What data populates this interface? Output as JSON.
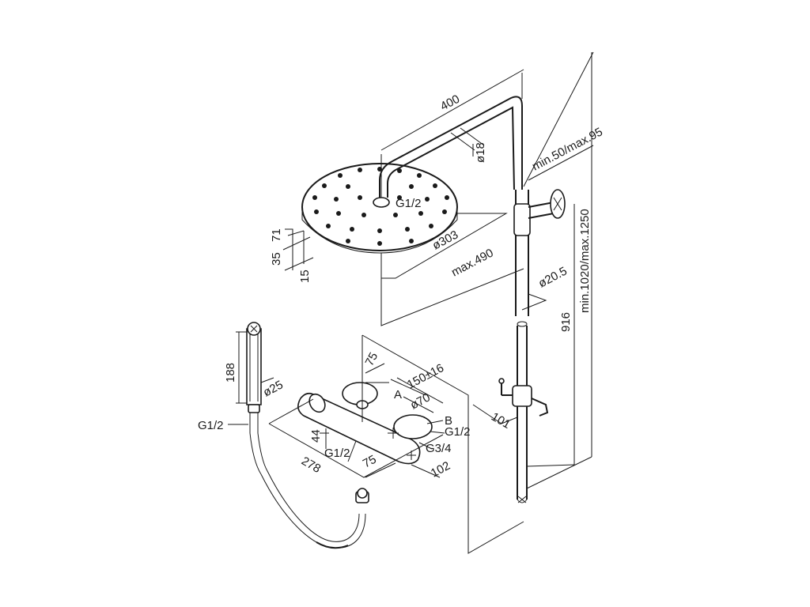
{
  "labels": {
    "dim_400": "400",
    "dim_d18": "ø18",
    "dim_minmax_arm": "min.50/max.95",
    "thread_head": "G1/2",
    "dim_d303": "ø303",
    "dim_71": "71",
    "dim_35": "35",
    "dim_15": "15",
    "dim_max490": "max.490",
    "dim_d20_5": "ø20.5",
    "dim_916": "916",
    "dim_minmax_total": "min.1020/max.1250",
    "dim_188": "188",
    "dim_d25": "ø25",
    "thread_hand": "G1/2",
    "dim_75_top": "75",
    "dim_150": "150±16",
    "mark_a": "A",
    "dim_d70": "ø70",
    "mark_b": "B",
    "thread_b": "G1/2",
    "thread_g34": "G3/4",
    "dim_44": "44",
    "thread_valve": "G1/2",
    "dim_278": "278",
    "dim_75_bottom": "75",
    "dim_102": "102",
    "dim_101": "101"
  },
  "colors": {
    "line": "#1a1a1a",
    "background": "#ffffff"
  }
}
